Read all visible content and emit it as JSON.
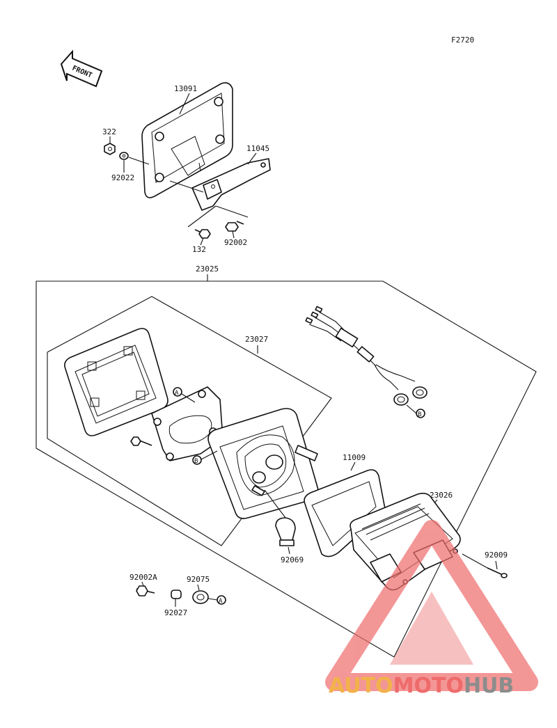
{
  "figure_code": "F2720",
  "front_label": "FRONT",
  "watermark": {
    "text_auto": "AUTO",
    "text_moto": "MOTO",
    "text_hub": "HUB",
    "color_auto": "#f2b24a",
    "color_moto": "#ef6b6b",
    "color_hub": "#8c8c8c"
  },
  "callouts": {
    "c13091": "13091",
    "c322": "322",
    "c92022": "92022",
    "c11045": "11045",
    "c132": "132",
    "c92002": "92002",
    "c23025": "23025",
    "c23027": "23027",
    "c11009": "11009",
    "c23026": "23026",
    "c92009": "92009",
    "c92069": "92069",
    "c92002A": "92002A",
    "c92075": "92075",
    "c92027": "92027"
  },
  "ref_markers": {
    "a1": "A",
    "b1": "B",
    "b2": "B",
    "a2": "A"
  }
}
